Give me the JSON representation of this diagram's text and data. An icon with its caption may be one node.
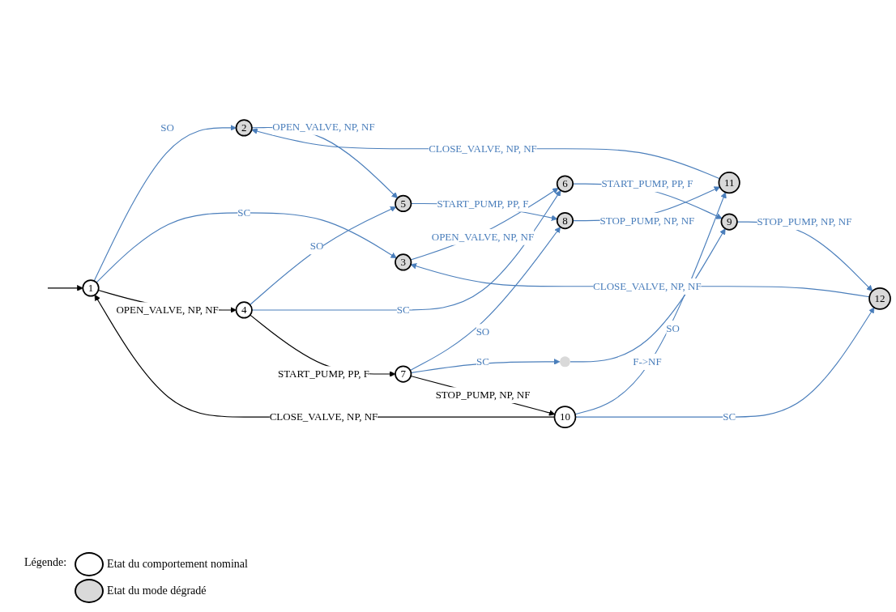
{
  "diagram": {
    "nodes": [
      {
        "text": [
          "1"
        ]
      },
      {
        "text": [
          "2"
        ]
      },
      {
        "text": [
          "3"
        ]
      },
      {
        "text": [
          "4"
        ]
      },
      {
        "text": [
          "5"
        ]
      },
      {
        "text": [
          "6"
        ]
      },
      {
        "text": [
          "7"
        ]
      },
      {
        "text": [
          "8"
        ]
      },
      {
        "text": [],
        "shape": "circle"
      },
      {
        "text": [
          "9"
        ]
      },
      {
        "text": [
          "10"
        ]
      },
      {
        "text": [
          "11"
        ]
      },
      {
        "text": [
          "12"
        ]
      }
    ],
    "edges": [
      {
        "from": null,
        "to": 0,
        "arrow": "to",
        "color": "#000000"
      },
      {
        "from": 0,
        "to": 1,
        "label": "SO",
        "arrow": "to"
      },
      {
        "from": 0,
        "to": 2,
        "label": "SC",
        "arrow": "to"
      },
      {
        "from": 0,
        "to": 3,
        "label": "OPEN_VALVE, NP, NF",
        "arrow": "to",
        "color": "#000000"
      },
      {
        "from": 1,
        "to": 4,
        "label": "OPEN_VALVE, NP, NF",
        "arrow": "to"
      },
      {
        "from": 2,
        "to": 5,
        "label": "OPEN_VALVE, NP, NF",
        "arrow": "to"
      },
      {
        "from": 3,
        "to": 4,
        "label": "SO",
        "arrow": "to"
      },
      {
        "from": 3,
        "to": 5,
        "label": "SC",
        "arrow": "to"
      },
      {
        "from": 3,
        "to": 6,
        "label": "START_PUMP, PP, F",
        "arrow": "to",
        "color": "#000000"
      },
      {
        "from": 4,
        "to": 7,
        "label": "START_PUMP, PP, F",
        "arrow": "to"
      },
      {
        "from": 5,
        "to": 9,
        "label": "START_PUMP, PP, F",
        "arrow": "to"
      },
      {
        "from": 6,
        "to": 7,
        "label": "SO",
        "arrow": "to"
      },
      {
        "from": 6,
        "to": 8,
        "label": "SC",
        "arrow": "to"
      },
      {
        "from": 6,
        "to": 10,
        "label": "STOP_PUMP, NP, NF",
        "arrow": "to",
        "color": "#000000"
      },
      {
        "from": 8,
        "to": 9,
        "label": "F->NF",
        "arrow": "to"
      },
      {
        "from": 7,
        "to": 11,
        "label": "STOP_PUMP, NP, NF",
        "arrow": "to"
      },
      {
        "from": 9,
        "to": 12,
        "label": "STOP_PUMP, NP, NF",
        "arrow": "to"
      },
      {
        "from": 10,
        "to": 11,
        "label": "SO",
        "arrow": "to"
      },
      {
        "from": 10,
        "to": 12,
        "label": "SC",
        "arrow": "to"
      },
      {
        "from": 10,
        "to": 0,
        "label": "CLOSE_VALVE, NP, NF",
        "arrow": "to",
        "color": "#000000"
      },
      {
        "from": 11,
        "to": 1,
        "label": "CLOSE_VALVE, NP, NF",
        "arrow": "to"
      },
      {
        "from": 12,
        "to": 2,
        "label": "CLOSE_VALVE, NP, NF",
        "arrow": "to"
      }
    ],
    "labels": [
      "Légende:"
    ],
    "legend": [
      {
        "text": "Etat du comportement nominal",
        "color": "#ffffff"
      },
      {
        "text": "Etat du mode dégradé",
        "color": "#d9d9d9"
      }
    ]
  }
}
